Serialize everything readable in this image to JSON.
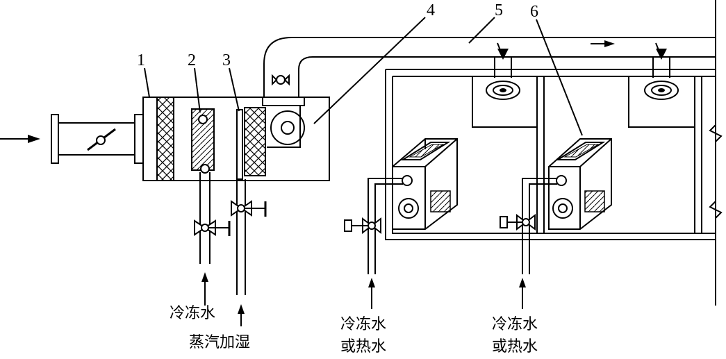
{
  "callouts": {
    "n1": "1",
    "n2": "2",
    "n3": "3",
    "n4": "4",
    "n5": "5",
    "n6": "6"
  },
  "labels": {
    "chilled_water": "冷冻水",
    "steam_humidify": "蒸汽加湿",
    "unit1_line1": "冷冻水",
    "unit1_line2": "或热水",
    "unit2_line1": "冷冻水",
    "unit2_line2": "或热水"
  },
  "icons": {
    "inlet_arrow": "arrow-right-icon",
    "flow_arrow": "arrow-right-icon",
    "damper": "damper-icon",
    "valve": "valve-icon",
    "fan": "fan-icon",
    "diffuser": "ceiling-diffuser-icon",
    "fan_coil": "fan-coil-unit-icon"
  }
}
